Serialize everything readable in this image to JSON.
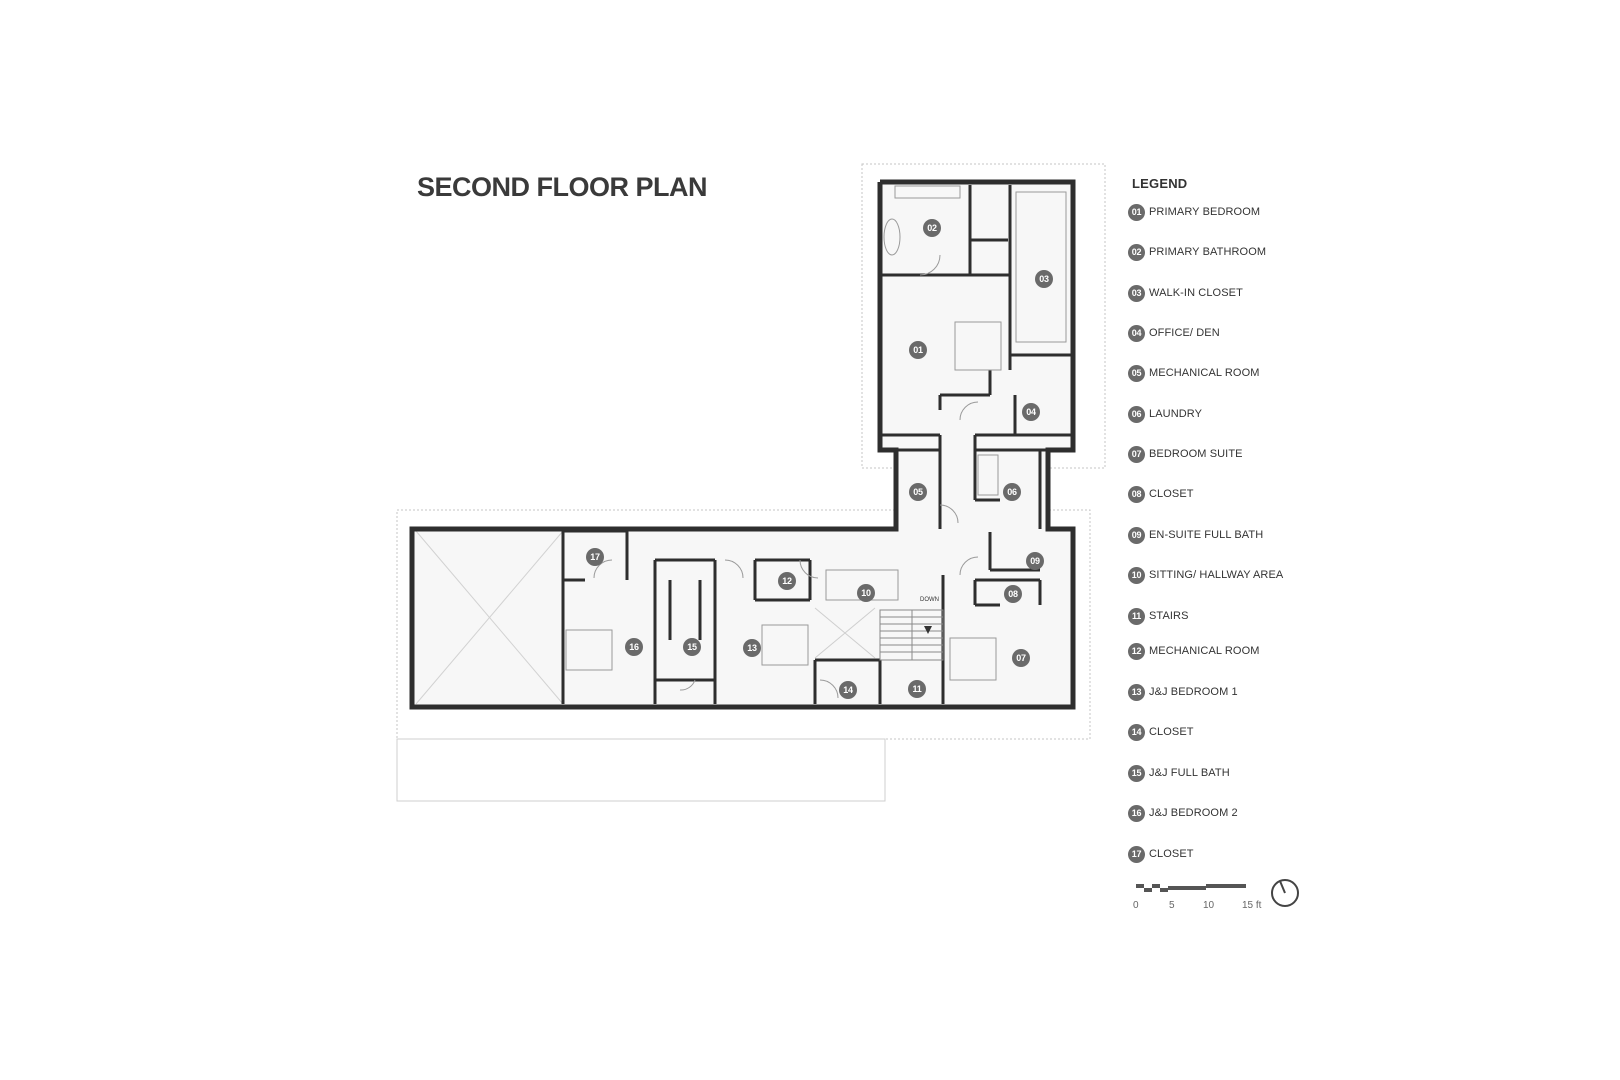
{
  "title": "SECOND FLOOR PLAN",
  "legend": {
    "heading": "LEGEND",
    "items": [
      {
        "num": "01",
        "label": "PRIMARY BEDROOM"
      },
      {
        "num": "02",
        "label": "PRIMARY BATHROOM"
      },
      {
        "num": "03",
        "label": "WALK-IN CLOSET"
      },
      {
        "num": "04",
        "label": "OFFICE/ DEN"
      },
      {
        "num": "05",
        "label": "MECHANICAL ROOM"
      },
      {
        "num": "06",
        "label": "LAUNDRY"
      },
      {
        "num": "07",
        "label": "BEDROOM SUITE"
      },
      {
        "num": "08",
        "label": "CLOSET"
      },
      {
        "num": "09",
        "label": "EN-SUITE FULL BATH"
      },
      {
        "num": "10",
        "label": "SITTING/ HALLWAY AREA"
      },
      {
        "num": "11",
        "label": "STAIRS"
      },
      {
        "num": "12",
        "label": "MECHANICAL ROOM"
      },
      {
        "num": "13",
        "label": "J&J BEDROOM 1"
      },
      {
        "num": "14",
        "label": "CLOSET"
      },
      {
        "num": "15",
        "label": "J&J FULL BATH"
      },
      {
        "num": "16",
        "label": "J&J BEDROOM 2"
      },
      {
        "num": "17",
        "label": "CLOSET"
      }
    ]
  },
  "plan": {
    "room_tags": [
      "01",
      "02",
      "03",
      "04",
      "05",
      "06",
      "07",
      "08",
      "09",
      "10",
      "11",
      "12",
      "13",
      "14",
      "15",
      "16",
      "17"
    ],
    "stair_label": "DOWN"
  },
  "scale_bar": {
    "ticks": [
      "0",
      "5",
      "10",
      "15 ft"
    ]
  },
  "icons": {
    "north_arrow": "north-arrow-icon"
  },
  "colors": {
    "wall": "#2e2e2e",
    "tag": "#6a6a6a",
    "outline": "#bdbdbd"
  }
}
